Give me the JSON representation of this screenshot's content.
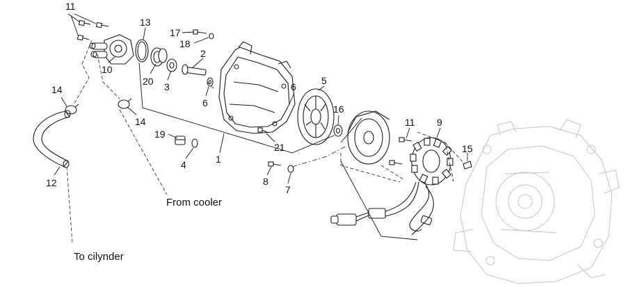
{
  "diagram": {
    "callouts": [
      {
        "id": "c11a",
        "text": "11"
      },
      {
        "id": "c13",
        "text": "13"
      },
      {
        "id": "c17",
        "text": "17"
      },
      {
        "id": "c18",
        "text": "18"
      },
      {
        "id": "c2",
        "text": "2"
      },
      {
        "id": "c10",
        "text": "10"
      },
      {
        "id": "c20",
        "text": "20"
      },
      {
        "id": "c3",
        "text": "3"
      },
      {
        "id": "c6a",
        "text": "6"
      },
      {
        "id": "c6b",
        "text": "6"
      },
      {
        "id": "c5",
        "text": "5"
      },
      {
        "id": "c16",
        "text": "16"
      },
      {
        "id": "c11b",
        "text": "11"
      },
      {
        "id": "c9",
        "text": "9"
      },
      {
        "id": "c14a",
        "text": "14"
      },
      {
        "id": "c14b",
        "text": "14"
      },
      {
        "id": "c19",
        "text": "19"
      },
      {
        "id": "c21",
        "text": "21"
      },
      {
        "id": "c1",
        "text": "1"
      },
      {
        "id": "c4",
        "text": "4"
      },
      {
        "id": "c15",
        "text": "15"
      },
      {
        "id": "c8",
        "text": "8"
      },
      {
        "id": "c7",
        "text": "7"
      },
      {
        "id": "c12",
        "text": "12"
      }
    ],
    "labels": {
      "from_cooler": "From cooler",
      "to_cylinder": "To cilynder"
    }
  }
}
